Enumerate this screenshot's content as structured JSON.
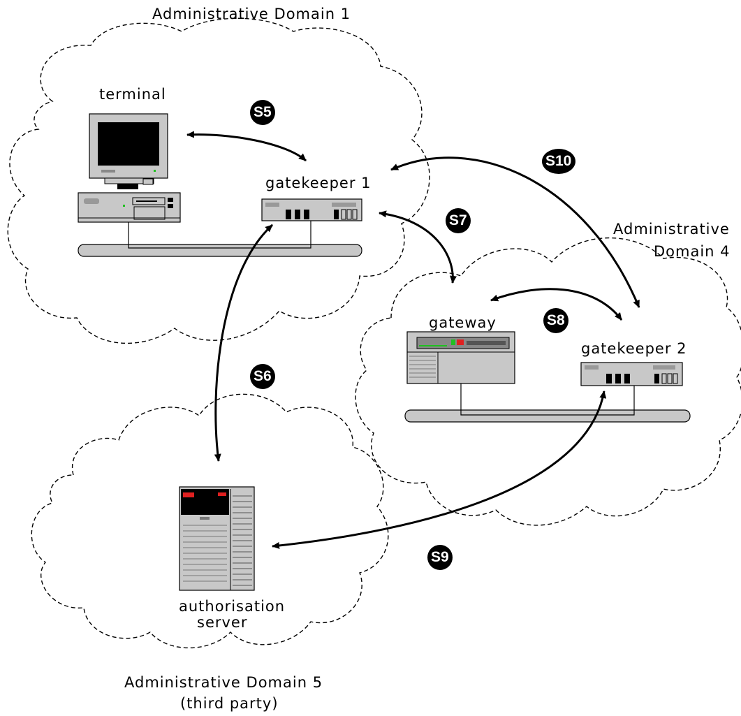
{
  "domains": {
    "d1": "Administrative Domain 1",
    "d4_line1": "Administrative",
    "d4_line2": "Domain 4",
    "d5_line1": "Administrative Domain 5",
    "d5_line2": "(third party)"
  },
  "nodes": {
    "terminal": "terminal",
    "gatekeeper1": "gatekeeper 1",
    "gateway": "gateway",
    "gatekeeper2": "gatekeeper 2",
    "auth_line1": "authorisation",
    "auth_line2": "server"
  },
  "steps": {
    "s5": "S5",
    "s6": "S6",
    "s7": "S7",
    "s8": "S8",
    "s9": "S9",
    "s10": "S10"
  },
  "colors": {
    "line": "#000000",
    "device_fill": "#c8c8c8",
    "device_dark": "#000000",
    "indicator_red": "#e02020",
    "indicator_green": "#20c020"
  }
}
